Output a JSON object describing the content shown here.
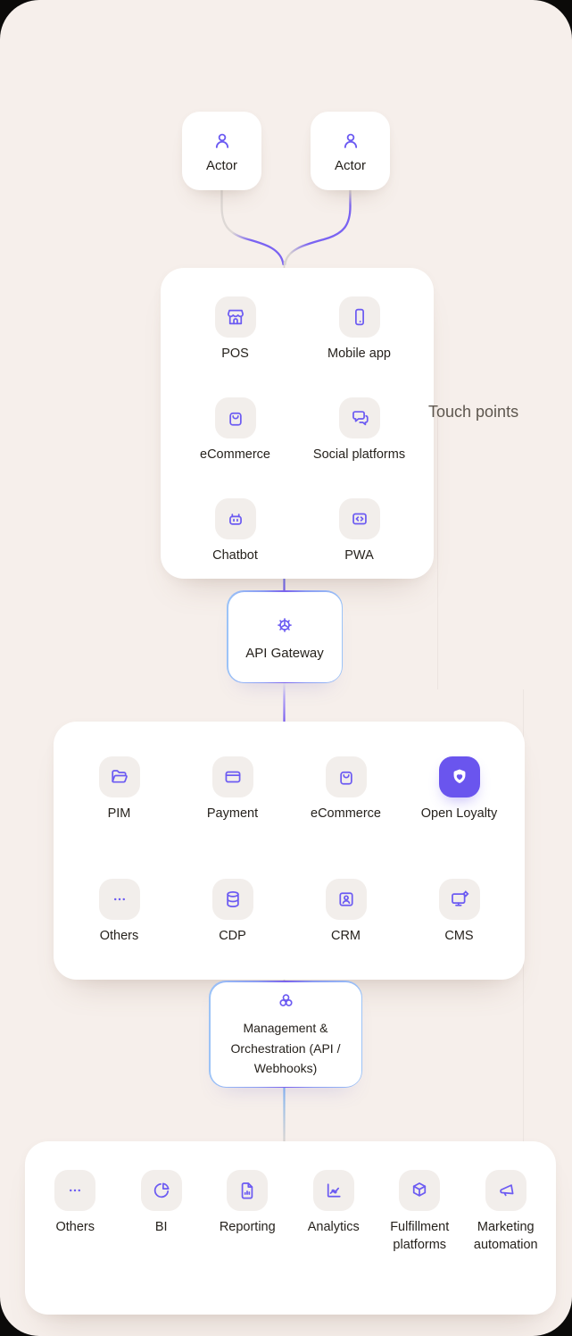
{
  "colors": {
    "background": "#f6efeb",
    "card": "#ffffff",
    "tile": "#f2eeeb",
    "accent_purple": "#6c5bf2",
    "brand_fill": "#6a55ee",
    "line_gray": "#d9d4d1",
    "line_blue": "#6fa9f3",
    "border_blue": "#9cc4f7",
    "text": "#26221d",
    "muted_text": "#5d564e"
  },
  "actors": [
    {
      "label": "Actor",
      "icon": "person-icon"
    },
    {
      "label": "Actor",
      "icon": "person-icon"
    }
  ],
  "touch_points": {
    "section_label": "Touch points",
    "items": [
      {
        "label": "POS",
        "icon": "storefront-icon"
      },
      {
        "label": "Mobile app",
        "icon": "smartphone-icon"
      },
      {
        "label": "eCommerce",
        "icon": "shopping-bag-icon"
      },
      {
        "label": "Social platforms",
        "icon": "chat-bubbles-icon"
      },
      {
        "label": "Chatbot",
        "icon": "robot-icon"
      },
      {
        "label": "PWA",
        "icon": "code-window-icon"
      }
    ]
  },
  "api_gateway": {
    "label": "API Gateway",
    "icon": "gear-icon"
  },
  "services": {
    "items": [
      {
        "label": "PIM",
        "icon": "open-folder-icon"
      },
      {
        "label": "Payment",
        "icon": "credit-card-icon"
      },
      {
        "label": "eCommerce",
        "icon": "shopping-bag-icon"
      },
      {
        "label": "Open Loyalty",
        "icon": "open-loyalty-shield-logo",
        "highlighted": true
      },
      {
        "label": "Others",
        "icon": "ellipsis-icon"
      },
      {
        "label": "CDP",
        "icon": "database-icon"
      },
      {
        "label": "CRM",
        "icon": "contact-card-icon"
      },
      {
        "label": "CMS",
        "icon": "monitor-gear-icon"
      }
    ]
  },
  "management": {
    "label": "Management & Orchestration (API / Webhooks)",
    "icon": "webhook-icon"
  },
  "outputs": {
    "items": [
      {
        "label": "Others",
        "icon": "ellipsis-icon"
      },
      {
        "label": "BI",
        "icon": "pie-chart-icon"
      },
      {
        "label": "Reporting",
        "icon": "report-document-icon"
      },
      {
        "label": "Analytics",
        "icon": "analytics-chart-icon"
      },
      {
        "label": "Fulfillment platforms",
        "icon": "cube-icon"
      },
      {
        "label": "Marketing automation",
        "icon": "megaphone-icon"
      }
    ]
  }
}
